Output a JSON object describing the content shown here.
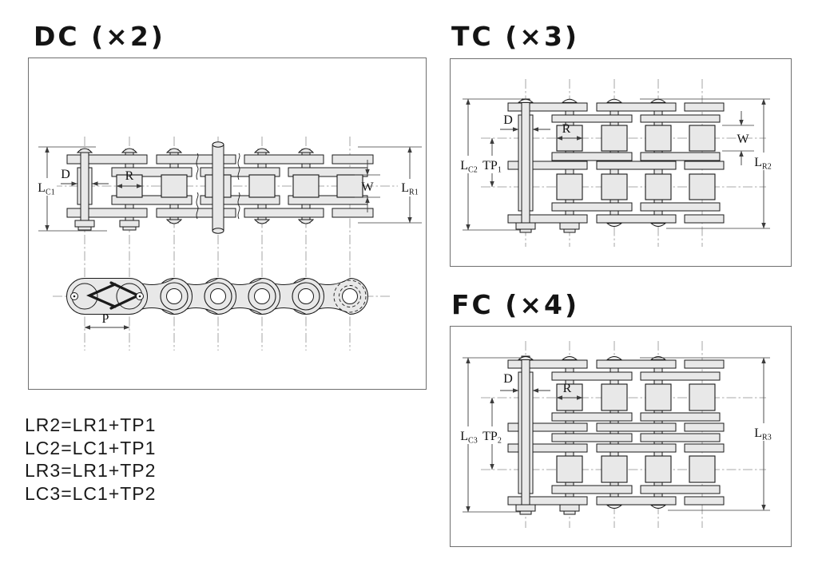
{
  "colors": {
    "background": "#ffffff",
    "plate_fill": "#e8e8e8",
    "stroke": "#1a1a1a",
    "centerline": "#8f8f8f",
    "dimension": "#3c3c3c",
    "text": "#111111"
  },
  "panels": {
    "dc": {
      "title": "DC (×2)",
      "dim_lc": {
        "main": "L",
        "sub": "C1"
      },
      "dim_d": "D",
      "dim_r": "R",
      "dim_w": "W",
      "dim_lr": {
        "main": "L",
        "sub": "R1"
      },
      "dim_p": "P"
    },
    "tc": {
      "title": "TC (×3)",
      "dim_lc": {
        "main": "L",
        "sub": "C2"
      },
      "dim_tp": {
        "main": "TP",
        "sub": "1"
      },
      "dim_d": "D",
      "dim_r": "R",
      "dim_w": "W",
      "dim_lr": {
        "main": "L",
        "sub": "R2"
      }
    },
    "fc": {
      "title": "FC (×4)",
      "dim_lc": {
        "main": "L",
        "sub": "C3"
      },
      "dim_tp": {
        "main": "TP",
        "sub": "2"
      },
      "dim_d": "D",
      "dim_r": "R",
      "dim_lr": {
        "main": "L",
        "sub": "R3"
      }
    }
  },
  "formulas": {
    "lines": [
      "LR2=LR1+TP1",
      "LC2=LC1+TP1",
      "LR3=LR1+TP2",
      "LC3=LC1+TP2"
    ]
  }
}
